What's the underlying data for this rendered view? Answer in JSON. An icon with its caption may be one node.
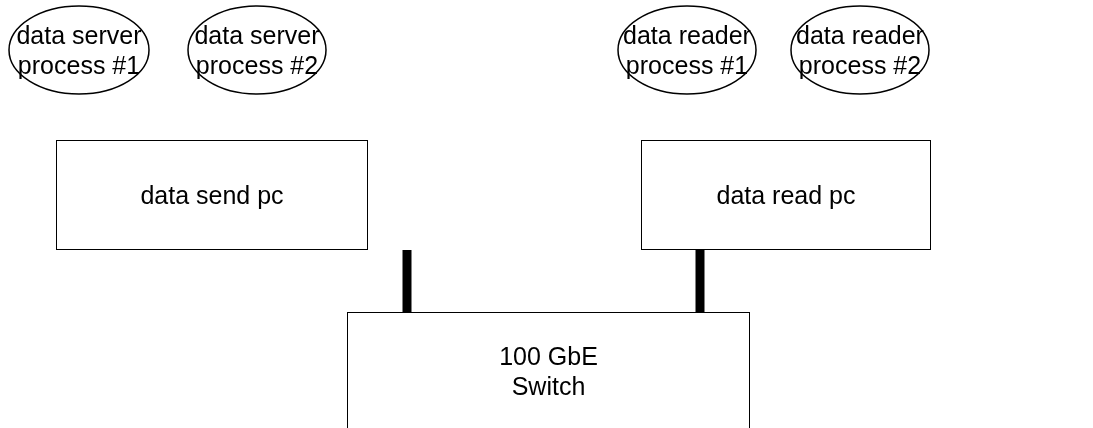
{
  "diagram": {
    "nodes": [
      {
        "text": [
          "data server process #1"
        ]
      },
      {
        "text": [
          "data server process #2"
        ]
      },
      {
        "text": [
          "data reader process #1"
        ]
      },
      {
        "text": [
          "data reader process #2"
        ]
      },
      {
        "text": [
          "data send pc"
        ]
      },
      {
        "text": [
          "data read pc"
        ]
      },
      {
        "text": [
          "100 GbE Switch"
        ]
      }
    ],
    "edges": [
      {
        "from": 4,
        "to": 6,
        "arrow": "none"
      },
      {
        "from": 5,
        "to": 6,
        "arrow": "none"
      }
    ]
  }
}
